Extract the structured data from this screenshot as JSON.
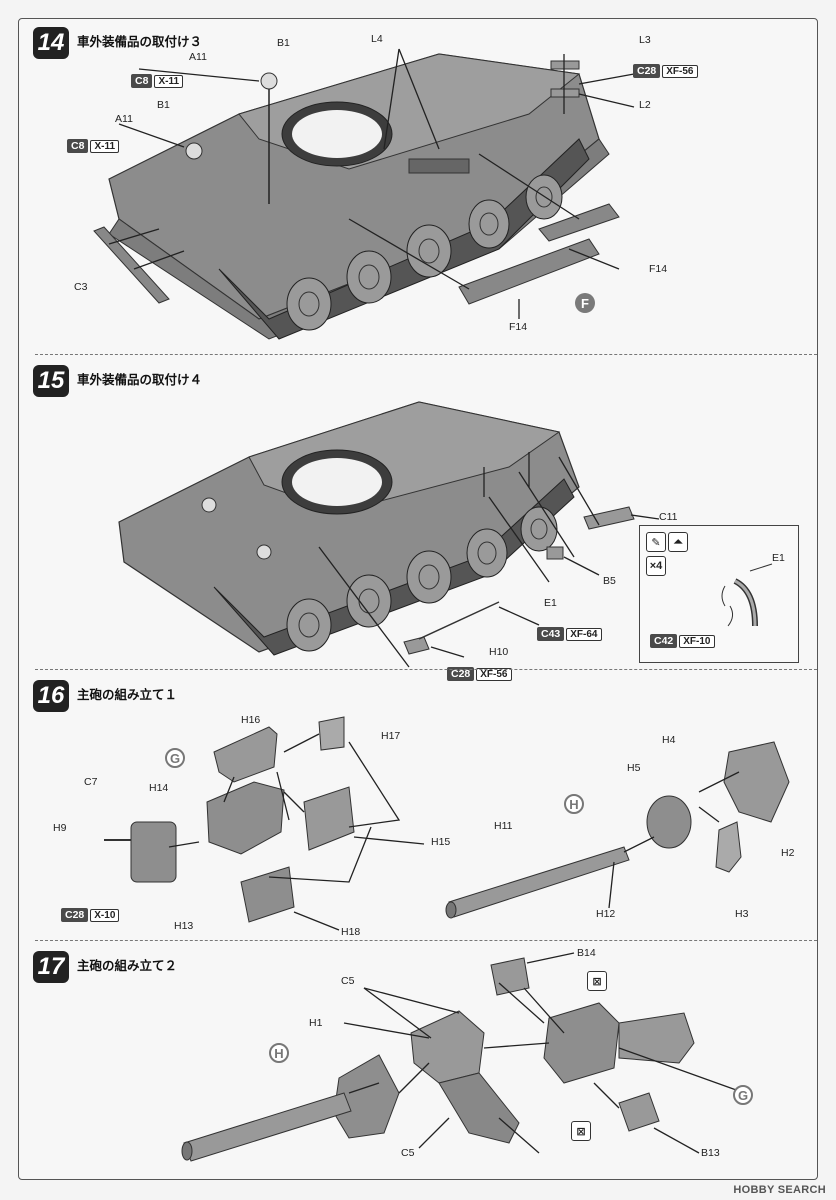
{
  "steps": [
    {
      "number": "14",
      "title": "車外装備品の取付け３"
    },
    {
      "number": "15",
      "title": "車外装備品の取付け４"
    },
    {
      "number": "16",
      "title": "主砲の組み立て１"
    },
    {
      "number": "17",
      "title": "主砲の組み立て２"
    }
  ],
  "step14": {
    "labels": {
      "a11_top": "A11",
      "b1_top": "B1",
      "a11_left": "A11",
      "b1_left": "B1",
      "l4": "L4",
      "l3": "L3",
      "l2": "L2",
      "c3": "C3",
      "f14_right": "F14",
      "f14_bottom": "F14"
    },
    "paints": [
      {
        "code": "C8",
        "name": "X-11"
      },
      {
        "code": "C8",
        "name": "X-11"
      },
      {
        "code": "C28",
        "name": "XF-56"
      }
    ],
    "sprue_ref": "F"
  },
  "step15": {
    "labels": {
      "c11": "C11",
      "b5": "B5",
      "e1": "E1",
      "h10": "H10",
      "e1_inset": "E1"
    },
    "paints": [
      {
        "code": "C43",
        "name": "XF-64"
      },
      {
        "code": "C28",
        "name": "XF-56"
      },
      {
        "code": "C42",
        "name": "XF-10"
      }
    ],
    "inset_qty": "×4"
  },
  "step16": {
    "labels": {
      "h16": "H16",
      "h17": "H17",
      "c7": "C7",
      "h14": "H14",
      "h9": "H9",
      "h15": "H15",
      "h13": "H13",
      "h18": "H18",
      "h4": "H4",
      "h5": "H5",
      "h11": "H11",
      "h2": "H2",
      "h12": "H12",
      "h3": "H3"
    },
    "paints": [
      {
        "code": "C28",
        "name": "X-10"
      }
    ],
    "sprue_refs": [
      "G",
      "H"
    ]
  },
  "step17": {
    "labels": {
      "b14": "B14",
      "c5_top": "C5",
      "h1": "H1",
      "c5_bottom": "C5",
      "b13": "B13"
    },
    "sprue_refs": [
      "H",
      "G"
    ]
  },
  "watermark": "HOBBY SEARCH"
}
